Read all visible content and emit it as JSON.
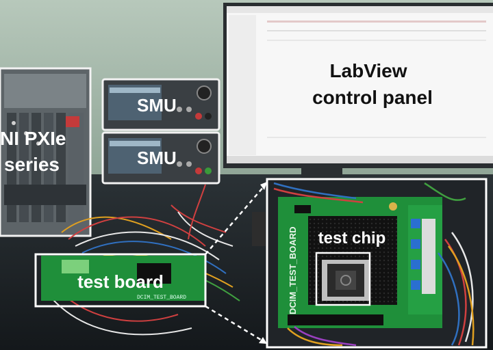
{
  "labels": {
    "pxie_line1": "NI PXIe",
    "pxie_line2": "series",
    "smu_top": "SMU",
    "smu_bottom": "SMU",
    "monitor_line1": "LabView",
    "monitor_line2": "control panel",
    "test_board": "test board",
    "test_chip": "test chip",
    "board_silk": "DCIM_TEST_BOARD",
    "board_silk_small": "DCIM_TEST_BOARD"
  },
  "colors": {
    "wall": "#9fb3a4",
    "board_green": "#1f8f3a",
    "callout_border": "#ffffff",
    "label_text": "#ffffff",
    "monitor_text": "#111111"
  }
}
